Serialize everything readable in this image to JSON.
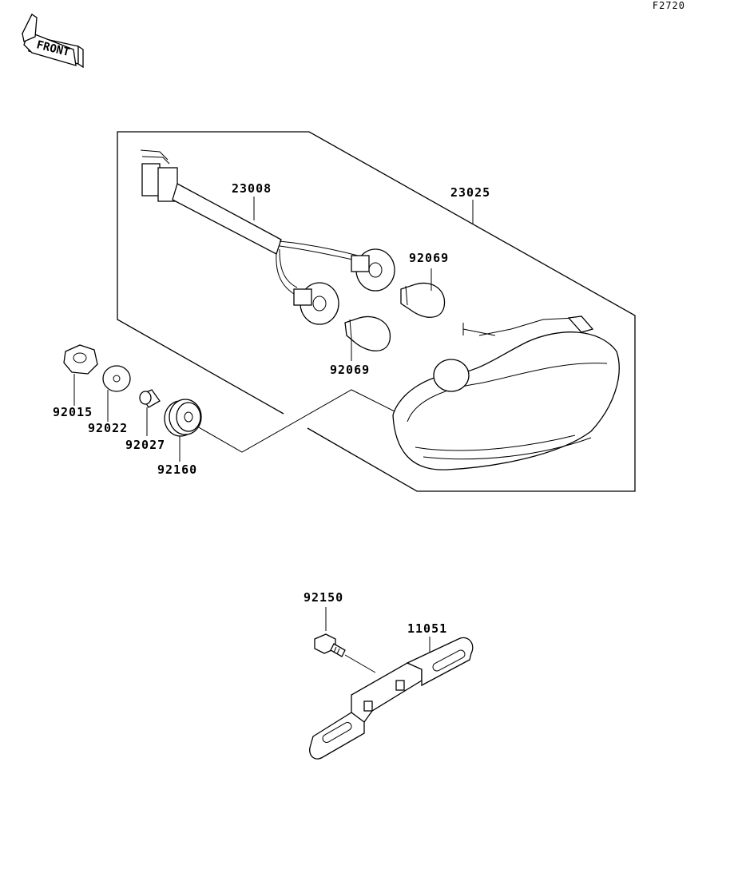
{
  "figure_code": "F2720",
  "front_label": "FRONT",
  "parts": {
    "p23008": "23008",
    "p23025": "23025",
    "p92069_a": "92069",
    "p92069_b": "92069",
    "p92015": "92015",
    "p92022": "92022",
    "p92027": "92027",
    "p92160": "92160",
    "p92150": "92150",
    "p11051": "11051"
  },
  "icons": {
    "front": "front-arrow-icon"
  }
}
